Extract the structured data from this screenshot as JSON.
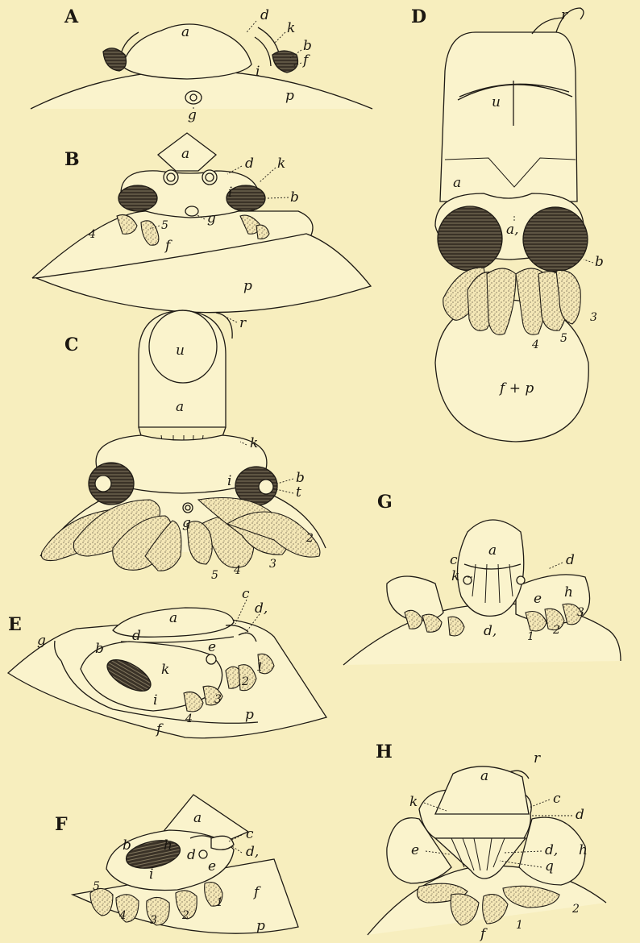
{
  "panels": [
    {
      "id": "A",
      "labels": [
        "a",
        "d",
        "k",
        "b",
        "f",
        "i",
        "g",
        "p"
      ]
    },
    {
      "id": "B",
      "labels": [
        "a",
        "d",
        "k",
        "b",
        "i",
        "g",
        "4",
        "5",
        "f",
        "p"
      ]
    },
    {
      "id": "C",
      "labels": [
        "r",
        "u",
        "a",
        "k",
        "i",
        "b",
        "t",
        "g",
        "5",
        "4",
        "3",
        "2"
      ]
    },
    {
      "id": "D",
      "labels": [
        "r",
        "u",
        "a",
        "a,",
        "b",
        "3",
        "4",
        "5",
        "f + p"
      ]
    },
    {
      "id": "E",
      "labels": [
        "a",
        "c",
        "d,",
        "d",
        "g",
        "e",
        "b",
        "k",
        "i",
        "1",
        "2",
        "3",
        "4",
        "f",
        "p"
      ]
    },
    {
      "id": "F",
      "labels": [
        "a",
        "b",
        "h",
        "d",
        "c",
        "d,",
        "e",
        "i",
        "5",
        "4",
        "3",
        "2",
        "1",
        "f",
        "p"
      ]
    },
    {
      "id": "G",
      "labels": [
        "a",
        "c",
        "d",
        "k",
        "h",
        "e",
        "d,",
        "1",
        "2",
        "3"
      ]
    },
    {
      "id": "H",
      "labels": [
        "r",
        "a",
        "k",
        "c",
        "d",
        "e",
        "d,",
        "h",
        "q",
        "f",
        "1",
        "2"
      ]
    }
  ],
  "colors": {
    "paper": "#f7eebe",
    "ink": "#1f1b15",
    "fill": "#faf3cc"
  }
}
